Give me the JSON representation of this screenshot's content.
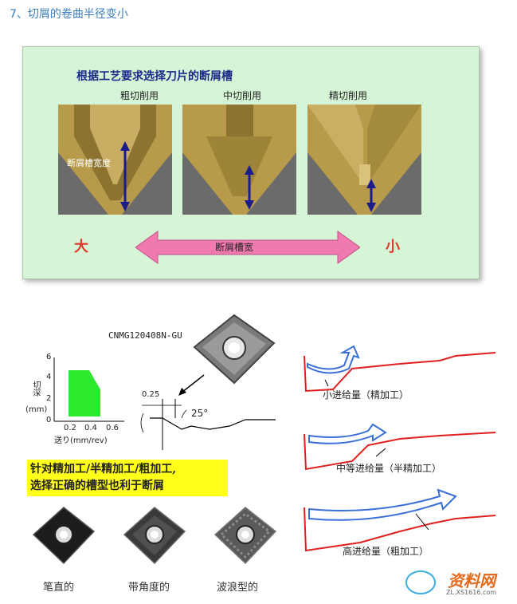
{
  "heading": "7、切屑的卷曲半径变小",
  "panel": {
    "title": "根据工艺要求选择刀片的断屑槽",
    "columns": [
      "粗切削用",
      "中切削用",
      "精切削用"
    ],
    "groove_width_label": "断屑槽宽度",
    "scale_big": "大",
    "scale_small": "小",
    "arrow_label": "断屑槽宽"
  },
  "insert_model": "CNMG120408N-GU",
  "mini_chart": {
    "y_ticks": [
      "6",
      "4",
      "2",
      "0"
    ],
    "y_label": "切深",
    "y_unit": "(mm)",
    "x_ticks": [
      "0.2",
      "0.4",
      "0.6"
    ],
    "x_label": "送り(mm/rev)"
  },
  "edge_detail": {
    "dim_value": "0.25",
    "angle": "25°"
  },
  "yellow_note": {
    "line1": "针对精加工/半精加工/粗加工,",
    "line2": "选择正确的槽型也利于断屑"
  },
  "feed_labels": [
    "小进给量（精加工）",
    "中等进给量（半精加工）",
    "高进给量（粗加工）"
  ],
  "insert_shapes": [
    "笔直的",
    "带角度的",
    "波浪型的"
  ],
  "watermark": {
    "main": "资料网",
    "url": "ZL.XS1616.com"
  },
  "colors": {
    "panel_bg": "#d6f5d6",
    "arrow": "#f07ab0",
    "feed_red": "#e02020",
    "chip_blue": "#3a6fd8",
    "highlight": "#ffff1a"
  }
}
